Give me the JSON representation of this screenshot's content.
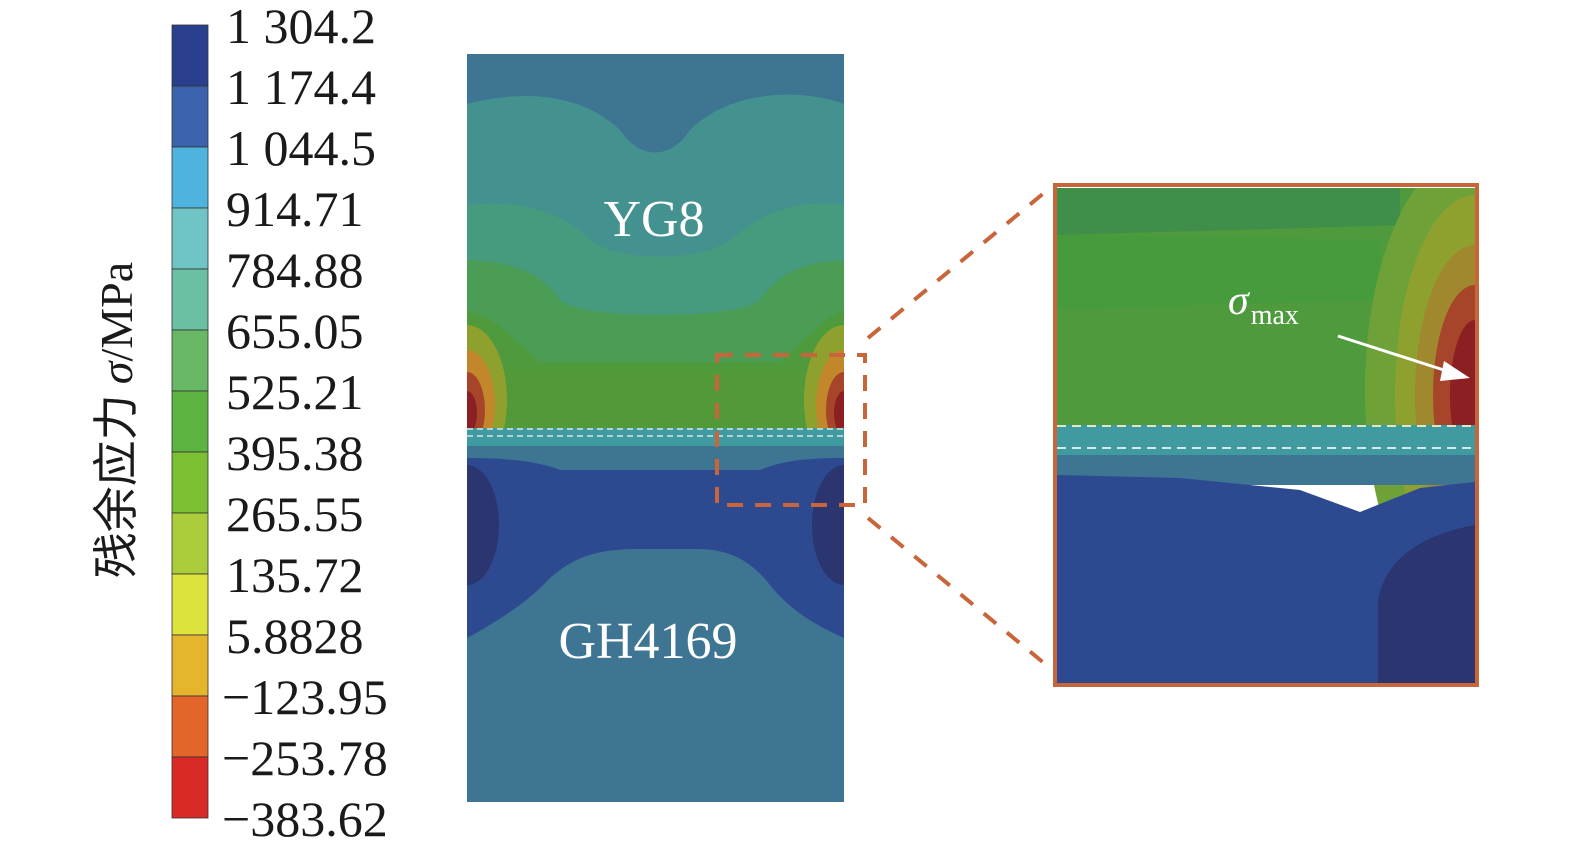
{
  "figure": {
    "colorbar": {
      "title_cn": "残余应力",
      "title_symbol": "σ",
      "title_unit": "/MPa",
      "levels": [
        "1 304.2",
        "1 174.4",
        "1 044.5",
        "914.71",
        "784.88",
        "655.05",
        "525.21",
        "395.38",
        "265.55",
        "135.72",
        "5.8828",
        "−123.95",
        "−253.78",
        "−383.62"
      ],
      "colors": [
        "#2b3f8f",
        "#3a62ad",
        "#4fb4dd",
        "#71c4c6",
        "#6bbfa2",
        "#68b866",
        "#5cb33f",
        "#7cbf33",
        "#abcc3b",
        "#dce33c",
        "#e6b52e",
        "#e3652a",
        "#d92a27"
      ]
    },
    "main_model": {
      "top_material": "YG8",
      "bottom_material": "GH4169",
      "colors": {
        "steel_blue": "#3d7592",
        "teal": "#43928f",
        "teal_green": "#469a7e",
        "green1": "#4b9c55",
        "green2": "#4f9a3d",
        "interface": "#3f9ba0",
        "deep_blue": "#2d4a91",
        "darkest_blue": "#2b3570",
        "hot1": "#8ea12f",
        "hot2": "#c1872a",
        "hot3": "#a6452a",
        "hot4": "#8b1f22"
      }
    },
    "zoom_inset": {
      "annotation_symbol": "σ",
      "annotation_subscript": "max",
      "frame_color": "#c8653b"
    }
  }
}
